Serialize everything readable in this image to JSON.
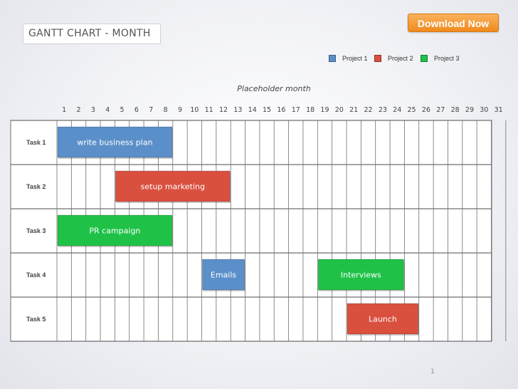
{
  "download_label": "Download Now",
  "slide_title": "GANTT CHART - MONTH",
  "page_number": "1",
  "colors": {
    "project1": "#5b8fc9",
    "project2": "#d9503f",
    "project3": "#1fc247",
    "accent": "#f39a2b"
  },
  "chart_data": {
    "type": "gantt",
    "month_label": "Placeholder month",
    "days": [
      "1",
      "2",
      "3",
      "4",
      "5",
      "6",
      "7",
      "8",
      "9",
      "10",
      "11",
      "12",
      "13",
      "14",
      "15",
      "16",
      "17",
      "18",
      "19",
      "20",
      "21",
      "22",
      "23",
      "24",
      "25",
      "26",
      "27",
      "28",
      "29",
      "30",
      "31"
    ],
    "legend": [
      {
        "name": "Project 1",
        "color": "#5b8fc9"
      },
      {
        "name": "Project 2",
        "color": "#d9503f"
      },
      {
        "name": "Project 3",
        "color": "#1fc247"
      }
    ],
    "tasks": [
      "Task 1",
      "Task 2",
      "Task 3",
      "Task 4",
      "Task 5"
    ],
    "bars": [
      {
        "task": 0,
        "label": "write business plan",
        "start": 1,
        "end": 8,
        "color": "#5b8fc9"
      },
      {
        "task": 1,
        "label": "setup marketing",
        "start": 5,
        "end": 12,
        "color": "#d9503f"
      },
      {
        "task": 2,
        "label": "PR campaign",
        "start": 1,
        "end": 8,
        "color": "#1fc247"
      },
      {
        "task": 3,
        "label": "Emails",
        "start": 11,
        "end": 13,
        "color": "#5b8fc9"
      },
      {
        "task": 3,
        "label": "Interviews",
        "start": 19,
        "end": 24,
        "color": "#1fc247"
      },
      {
        "task": 4,
        "label": "Launch",
        "start": 21,
        "end": 25,
        "color": "#d9503f"
      }
    ]
  }
}
